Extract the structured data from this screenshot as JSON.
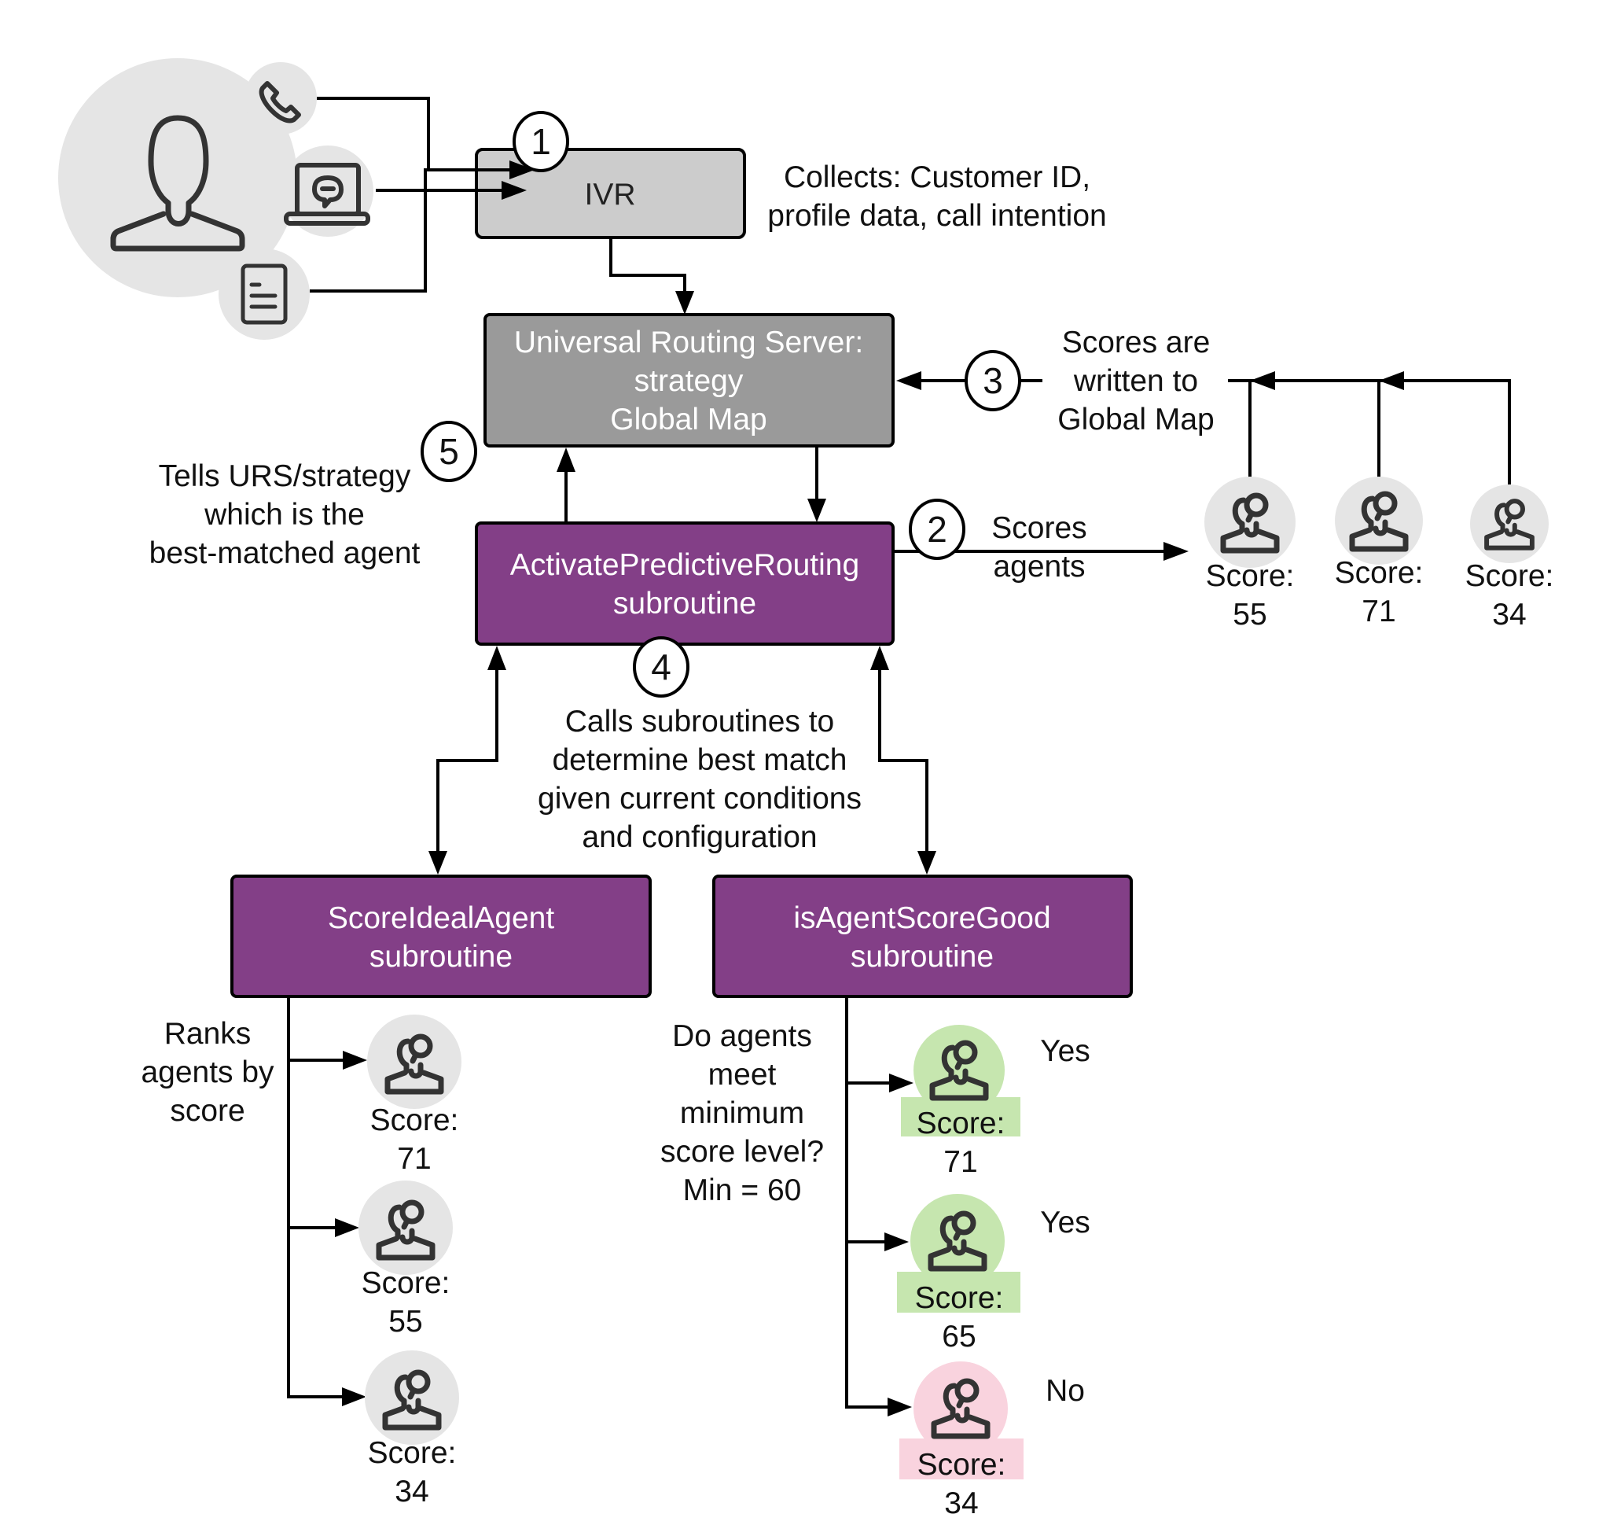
{
  "colors": {
    "bubble_gray": "#e5e5e5",
    "ivr_gray": "#cccccc",
    "urs_gray": "#9a9a9a",
    "subroutine_purple": "#833f87",
    "pass_green": "#c6e6af",
    "fail_pink": "#f9d3de"
  },
  "customer": {
    "icons": [
      "person-icon",
      "phone-icon",
      "laptop-chat-icon",
      "document-icon"
    ]
  },
  "ivr": {
    "label": "IVR",
    "step": "1",
    "note_lines": [
      "Collects: Customer ID,",
      "profile data, call intention"
    ]
  },
  "urs": {
    "lines": [
      "Universal Routing Server:",
      "strategy",
      "Global Map"
    ]
  },
  "step3": {
    "step": "3",
    "note_lines": [
      "Scores are",
      "written to",
      "Global Map"
    ]
  },
  "step5": {
    "step": "5",
    "note_lines": [
      "Tells URS/strategy",
      "which is the",
      "best-matched agent"
    ]
  },
  "apr": {
    "lines": [
      "ActivatePredictiveRouting",
      "subroutine"
    ]
  },
  "step2": {
    "step": "2",
    "note_lines": [
      "Scores",
      "agents"
    ]
  },
  "top_agents": [
    {
      "score_label": "Score:",
      "score": "55"
    },
    {
      "score_label": "Score:",
      "score": "71"
    },
    {
      "score_label": "Score:",
      "score": "34"
    }
  ],
  "step4": {
    "step": "4",
    "note_lines": [
      "Calls subroutines to",
      "determine best match",
      "given current conditions",
      "and configuration"
    ]
  },
  "sia": {
    "lines": [
      "ScoreIdealAgent",
      "subroutine"
    ],
    "note_lines": [
      "Ranks",
      "agents by",
      "score"
    ],
    "agents": [
      {
        "score_label": "Score:",
        "score": "71"
      },
      {
        "score_label": "Score:",
        "score": "55"
      },
      {
        "score_label": "Score:",
        "score": "34"
      }
    ]
  },
  "iasg": {
    "lines": [
      "isAgentScoreGood",
      "subroutine"
    ],
    "note_lines": [
      "Do agents",
      "meet",
      "minimum",
      "score level?",
      "Min = 60"
    ],
    "agents": [
      {
        "score_label": "Score:",
        "score": "71",
        "result": "Yes",
        "status": "pass"
      },
      {
        "score_label": "Score:",
        "score": "65",
        "result": "Yes",
        "status": "pass"
      },
      {
        "score_label": "Score:",
        "score": "34",
        "result": "No",
        "status": "fail"
      }
    ]
  }
}
